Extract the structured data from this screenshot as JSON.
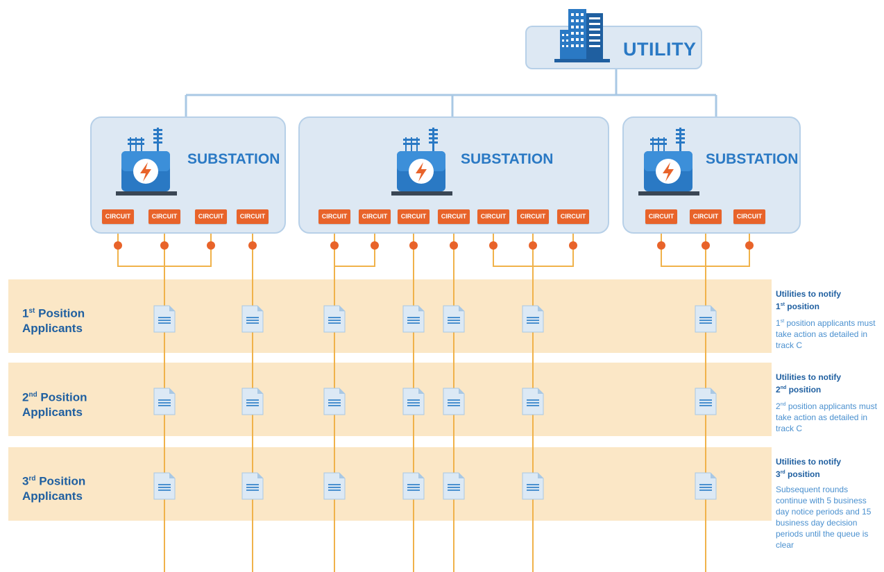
{
  "utility": {
    "label": "UTILITY",
    "icon": "building-icon"
  },
  "substations": [
    {
      "label": "SUBSTATION",
      "icon": "substation-icon",
      "circuits": [
        "CIRCUIT",
        "CIRCUIT",
        "CIRCUIT",
        "CIRCUIT"
      ]
    },
    {
      "label": "SUBSTATION",
      "icon": "substation-icon",
      "circuits": [
        "CIRCUIT",
        "CIRCUIT",
        "CIRCUIT",
        "CIRCUIT",
        "CIRCUIT",
        "CIRCUIT",
        "CIRCUIT"
      ]
    },
    {
      "label": "SUBSTATION",
      "icon": "substation-icon",
      "circuits": [
        "CIRCUIT",
        "CIRCUIT",
        "CIRCUIT"
      ]
    }
  ],
  "positions": [
    {
      "ordinal": "1",
      "suffix": "st",
      "label": "Position",
      "label2": "Applicants",
      "note_title_a": "Utilities to notify",
      "note_title_b_suffix": "st",
      "note_title_b": "position",
      "note_body_suffix": "st",
      "note_body": "position applicants must take action as detailed in track C"
    },
    {
      "ordinal": "2",
      "suffix": "nd",
      "label": "Position",
      "label2": "Applicants",
      "note_title_a": "Utilities to notify",
      "note_title_b_suffix": "nd",
      "note_title_b": "position",
      "note_body_suffix": "nd",
      "note_body": "position applicants must take action as detailed in track C"
    },
    {
      "ordinal": "3",
      "suffix": "rd",
      "label": "Position",
      "label2": "Applicants",
      "note_title_a": "Utilities to notify",
      "note_title_b_suffix": "rd",
      "note_title_b": "position",
      "note_body_suffix": "",
      "note_body": "Subsequent rounds continue with 5 business day notice periods and 15 business day decision periods until the queue is clear"
    }
  ],
  "colors": {
    "box_fill": "#dde8f3",
    "box_border": "#b7d0e8",
    "title_blue": "#2a79c4",
    "circuit_orange": "#e8632a",
    "band_fill": "#fbe7c6",
    "line_orange": "#f0b24a",
    "connector_blue": "#a9c8e4"
  },
  "icons": {
    "application": "document-icon",
    "node": "circuit-node-icon"
  }
}
